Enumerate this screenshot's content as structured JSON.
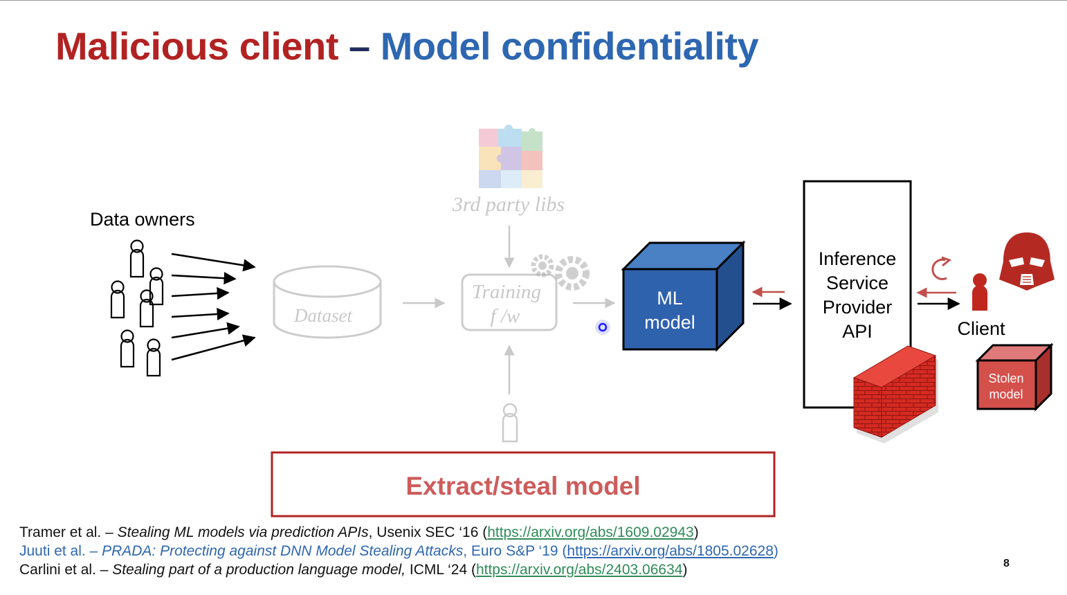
{
  "slide": {
    "title_part1": "Malicious client",
    "title_dash": " – ",
    "title_part2": "Model confidentiality",
    "page_number": "8"
  },
  "diagram": {
    "data_owners_label": "Data owners",
    "dataset_label": "Dataset",
    "third_party_label": "3rd party libs",
    "training_line1": "Training",
    "training_line2": "f /w",
    "ml_model_line1": "ML",
    "ml_model_line2": "model",
    "api_line1": "Inference",
    "api_line2": "Service",
    "api_line3": "Provider",
    "api_line4": "API",
    "client_label": "Client",
    "stolen_line1": "Stolen",
    "stolen_line2": "model",
    "attack_box_label": "Extract/steal model"
  },
  "colors": {
    "title_red": "#b22222",
    "title_blue": "#2e67b1",
    "model_blue": "#2f62ad",
    "attack_red": "#c0392b",
    "faded_gray": "#cccccc",
    "link_green": "#2e8b57"
  },
  "references": [
    {
      "authors": "Tramer et al. – ",
      "title": "Stealing ML models via prediction APIs",
      "venue": ", Usenix SEC ‘16 (",
      "link": "https://arxiv.org/abs/1609.02943",
      "close": ")"
    },
    {
      "authors": "Juuti et al. – ",
      "title": "PRADA: Protecting against DNN Model Stealing Attacks",
      "venue": ", Euro S&P ‘19 (",
      "link": "https://arxiv.org/abs/1805.02628",
      "close": ")"
    },
    {
      "authors": "Carlini et al. – ",
      "title": "Stealing part of a production language model,",
      "venue": " ICML ‘24  (",
      "link": "https://arxiv.org/abs/2403.06634",
      "close": ")"
    }
  ]
}
